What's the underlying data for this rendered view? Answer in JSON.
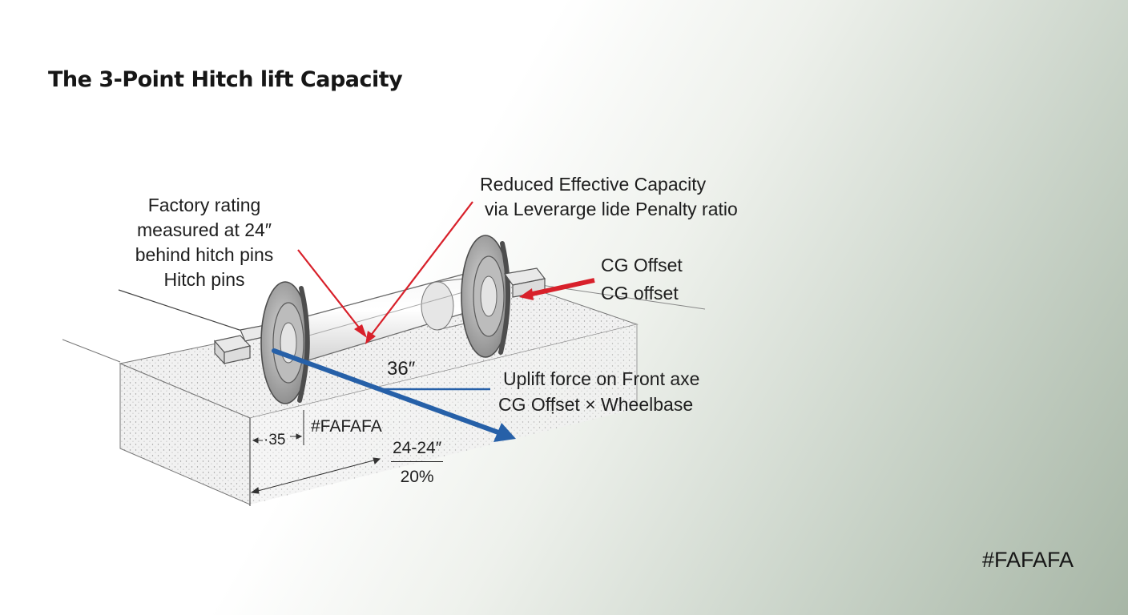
{
  "title": "The 3-Point Hitch lift Capacity",
  "labels": {
    "factory_rating": [
      "Factory rating",
      "measured at 24″",
      "behind hitch pins",
      "Hitch pins"
    ],
    "reduced_capacity": [
      "Reduced Effective Capacity",
      "via Leverarge lide Penalty ratio"
    ],
    "cg_offset": [
      "CG Offset",
      "CG offset"
    ],
    "uplift": [
      "Uplift force on Front axe",
      "CG Off̣set × Wheelbase"
    ],
    "dim_36": "36″",
    "hex_mid": "#FAFAFA",
    "dim_35": "·35",
    "fraction": {
      "numerator": "24-24″",
      "denominator": "20%"
    },
    "hex_corner": "#FAFAFA"
  },
  "colors": {
    "red_arrow": "#d8202a",
    "blue_arrow": "#2660a8",
    "slab_edge": "#666666",
    "disc": "#6a6a6a"
  }
}
